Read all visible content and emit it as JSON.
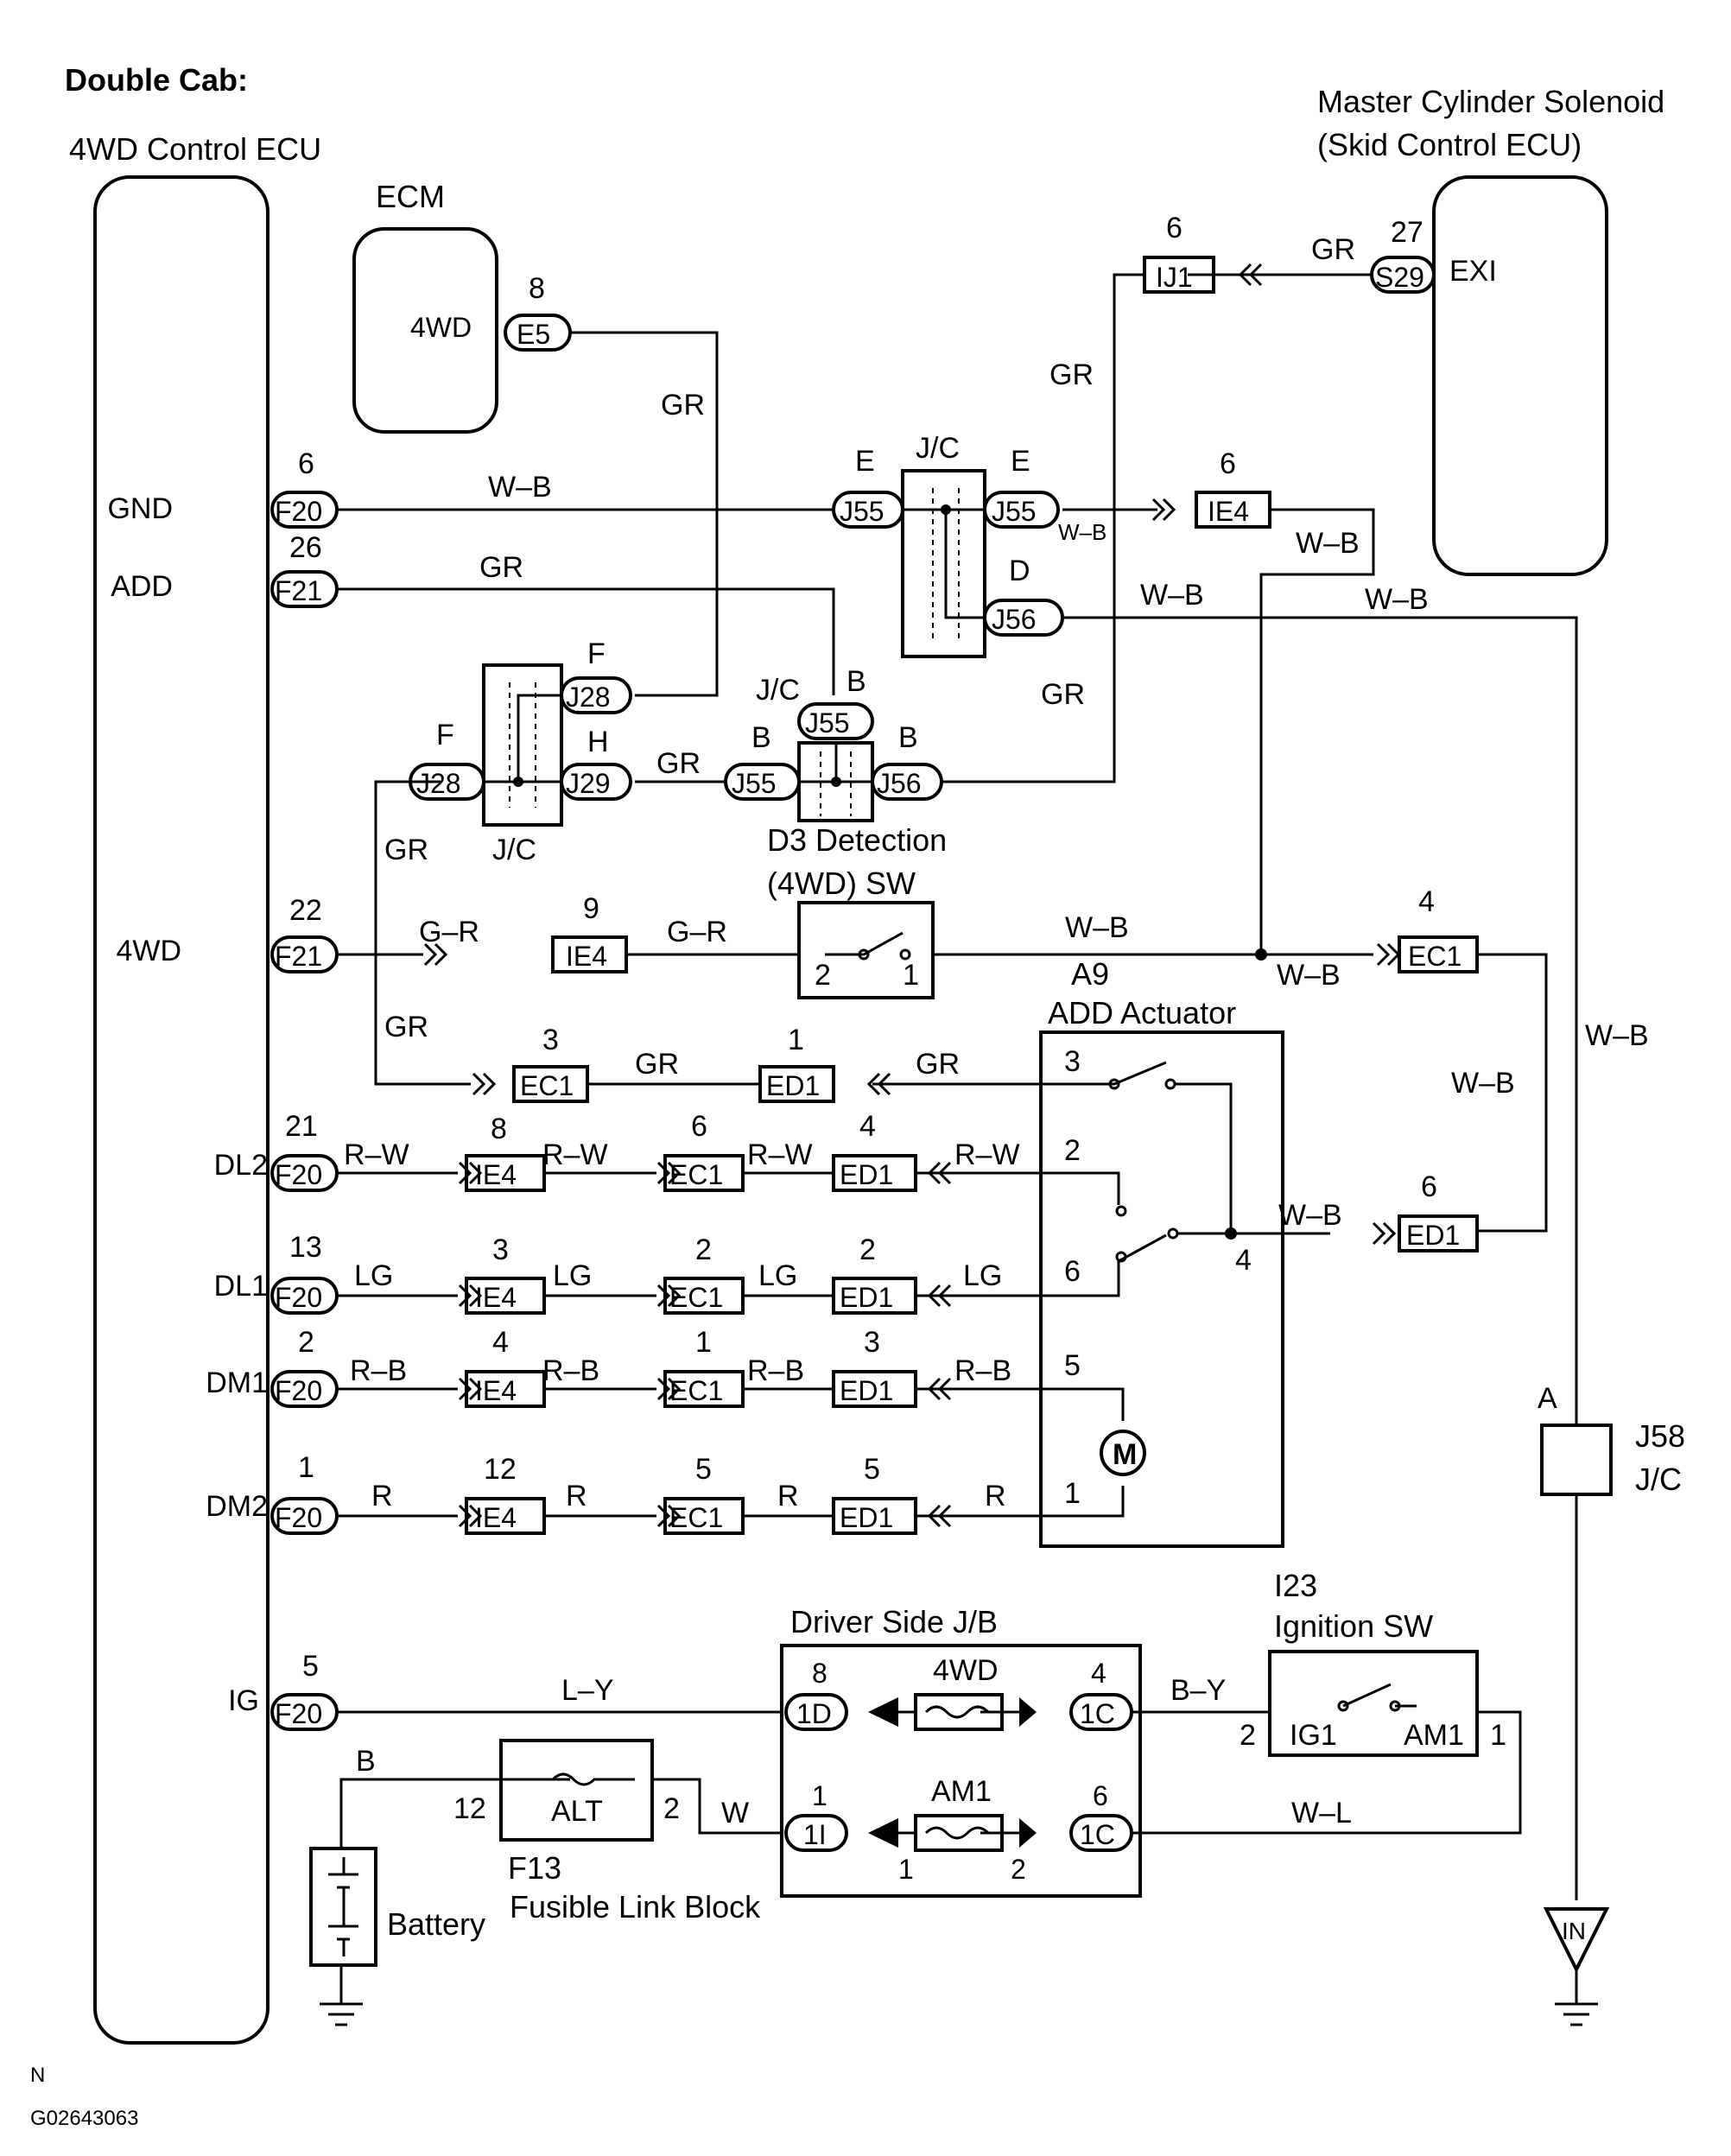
{
  "title": "Double Cab:",
  "components": {
    "ecu4wd": "4WD Control ECU",
    "ecm": "ECM",
    "ecm_pin": "4WD",
    "mcs_line1": "Master Cylinder Solenoid",
    "mcs_line2": "(Skid Control ECU)",
    "mcs_pin": "EXI",
    "d3_line1": "D3 Detection",
    "d3_line2": "(4WD) SW",
    "a9": "A9",
    "add_actuator": "ADD Actuator",
    "driver_jb": "Driver Side J/B",
    "fuse_4wd": "4WD",
    "fuse_am1": "AM1",
    "i23": "I23",
    "ignition_sw": "Ignition SW",
    "ig1": "IG1",
    "am1": "AM1",
    "alt": "ALT",
    "f13": "F13",
    "fusible": "Fusible Link Block",
    "battery": "Battery",
    "j58": "J58",
    "j58_jc": "J/C",
    "ground_in": "IN",
    "jc": "J/C"
  },
  "ecu_pins": [
    "GND",
    "ADD",
    "4WD",
    "DL2",
    "DL1",
    "DM1",
    "DM2",
    "IG"
  ],
  "connectors": {
    "F20": "F20",
    "F21": "F21",
    "E5": "E5",
    "IJ1": "IJ1",
    "S29": "S29",
    "J55": "J55",
    "J56": "J56",
    "J28": "J28",
    "J29": "J29",
    "IE4": "IE4",
    "EC1": "EC1",
    "ED1": "ED1",
    "1D": "1D",
    "1C": "1C",
    "1I": "1I"
  },
  "pin_numbers": {
    "p6": "6",
    "p26": "26",
    "p22": "22",
    "p21": "21",
    "p13": "13",
    "p2": "2",
    "p1": "1",
    "p5": "5",
    "p8": "8",
    "p27": "27",
    "p4": "4",
    "p3": "3",
    "p9": "9",
    "p12": "12",
    "p4b": "4"
  },
  "pin_letters": {
    "E": "E",
    "D": "D",
    "F": "F",
    "H": "H",
    "B": "B",
    "A": "A"
  },
  "wire_colors": {
    "GR": "GR",
    "WB": "W–B",
    "GR2": "G–R",
    "RW": "R–W",
    "LG": "LG",
    "RB": "R–B",
    "R": "R",
    "LY": "L–Y",
    "BY": "B–Y",
    "WL": "W–L",
    "W": "W",
    "B": "B"
  },
  "footer": {
    "n": "N",
    "code": "G02643063"
  }
}
